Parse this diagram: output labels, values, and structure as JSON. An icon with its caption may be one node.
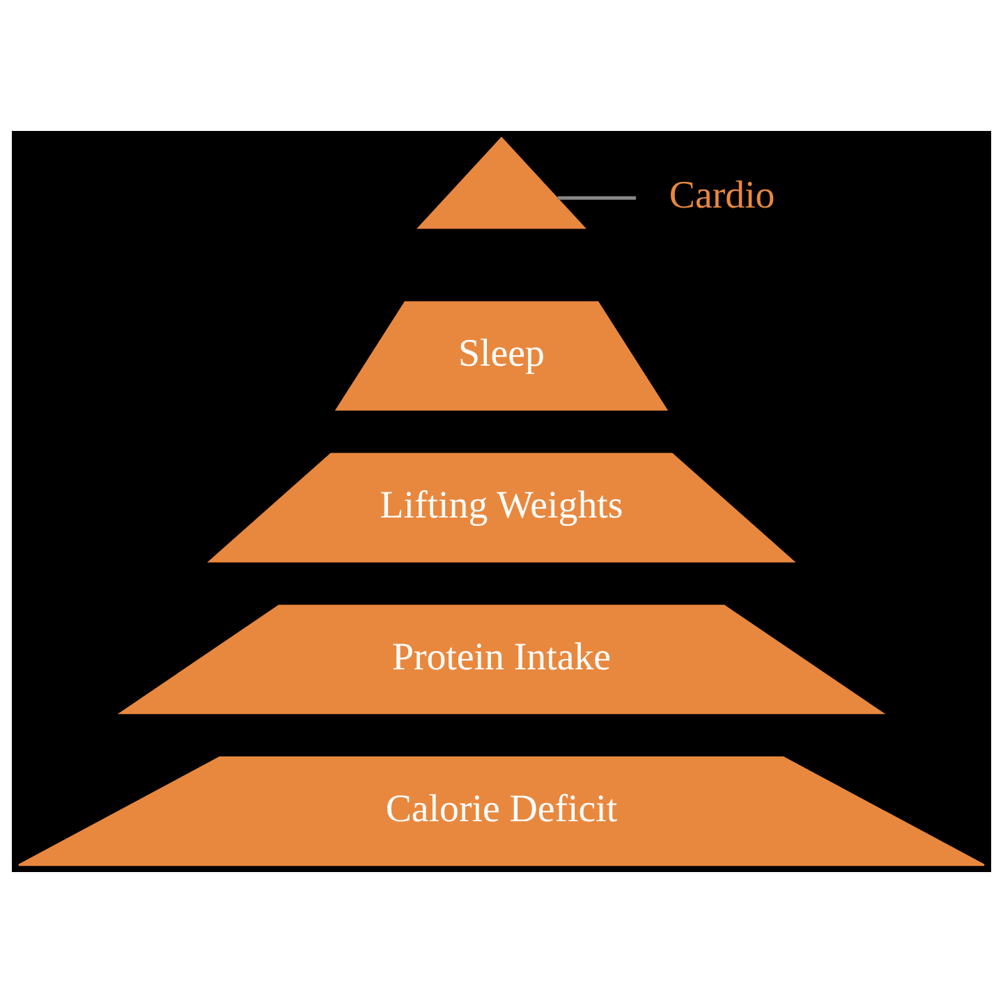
{
  "diagram": {
    "nodes": [
      {
        "text": [],
        "shape": "triangle"
      },
      {
        "text": [
          "Cardio"
        ]
      },
      {
        "text": [
          "Sleep"
        ]
      },
      {
        "text": [
          "Lifting Weights"
        ]
      },
      {
        "text": [
          "Protein Intake"
        ]
      },
      {
        "text": [
          "Calorie Deficit"
        ]
      }
    ],
    "edges": [
      {
        "from": 1,
        "to": 0,
        "arrow": "none"
      }
    ]
  }
}
